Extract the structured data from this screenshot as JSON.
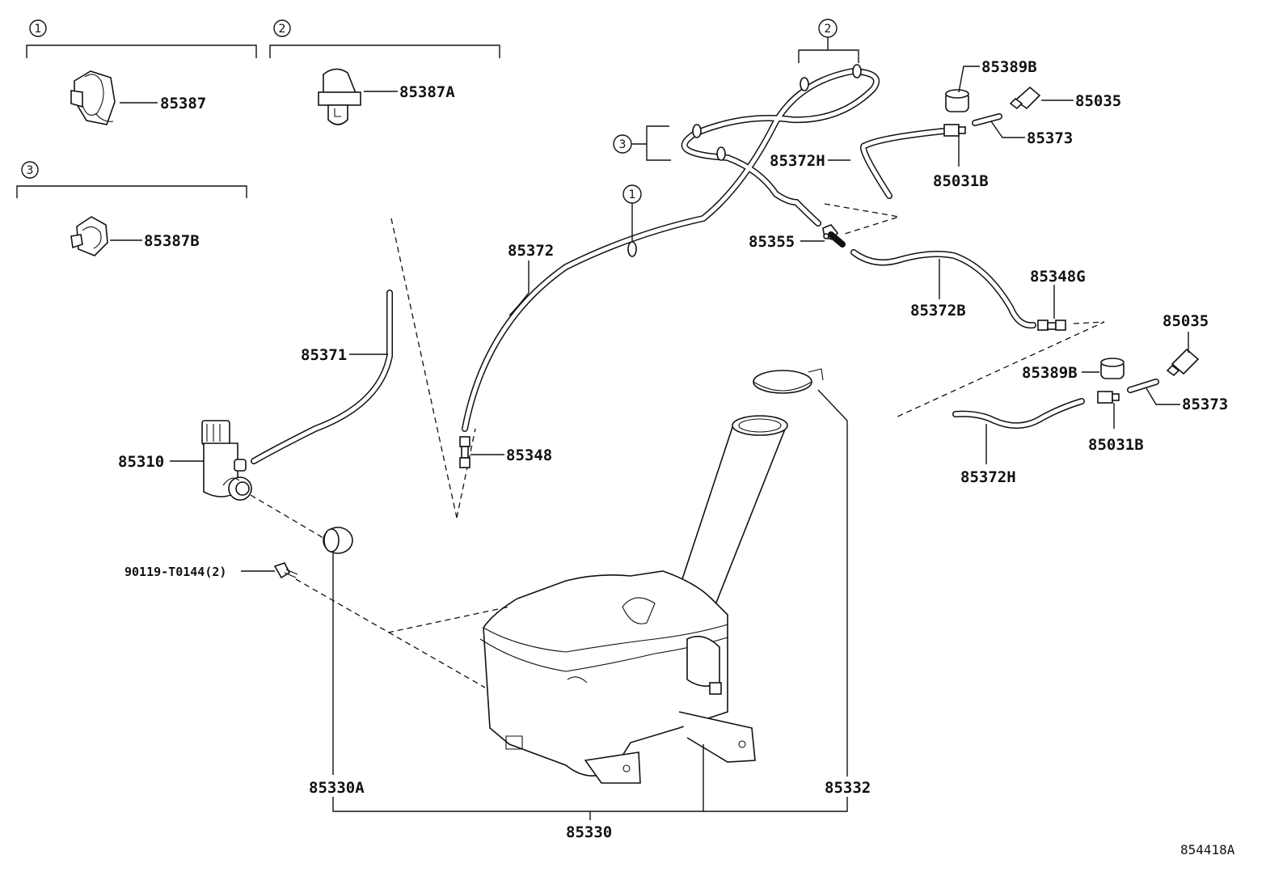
{
  "diagram": {
    "reference_code": "854418A",
    "clip_groups": [
      {
        "num": "1",
        "part": "85387"
      },
      {
        "num": "2",
        "part": "85387A"
      },
      {
        "num": "3",
        "part": "85387B"
      }
    ],
    "callouts": {
      "hose_clip_2": "2",
      "hose_clip_3": "3",
      "hose_clip_1": "1"
    },
    "labels": {
      "p85371": "85371",
      "p85310": "85310",
      "p90119": "90119-T0144(2)",
      "p85372": "85372",
      "p85348": "85348",
      "p85355": "85355",
      "p85372H_top": "85372H",
      "p85389B_top": "85389B",
      "p85035_top": "85035",
      "p85373_top": "85373",
      "p85031B_top": "85031B",
      "p85348G": "85348G",
      "p85372B": "85372B",
      "p85035_bot": "85035",
      "p85389B_bot": "85389B",
      "p85373_bot": "85373",
      "p85031B_bot": "85031B",
      "p85372H_bot": "85372H",
      "p85330A": "85330A",
      "p85332": "85332",
      "p85330": "85330"
    }
  }
}
